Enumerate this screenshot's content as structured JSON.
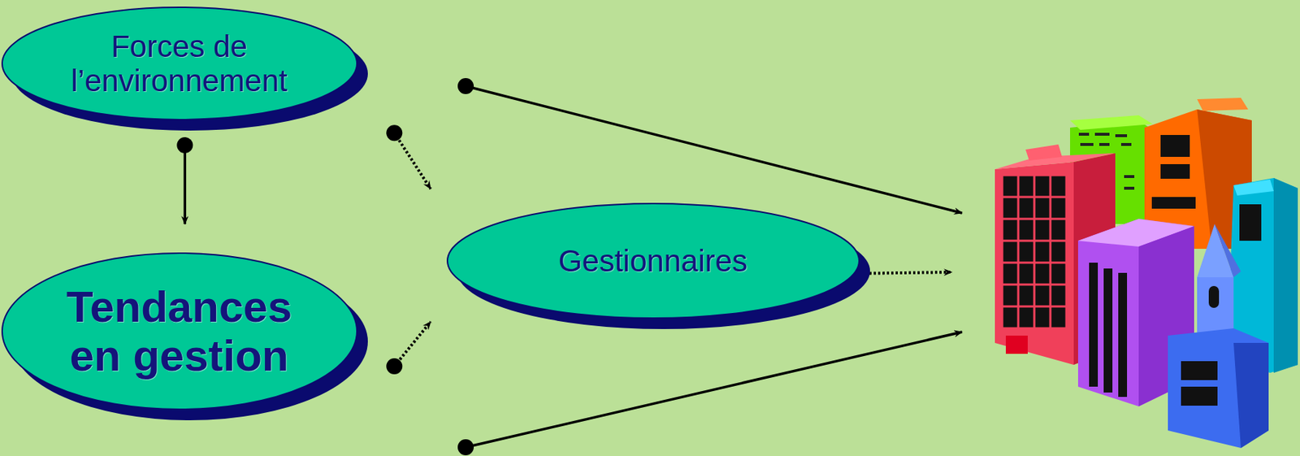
{
  "diagram": {
    "nodes": [
      {
        "text": [
          "Forces de l’environnement"
        ]
      },
      {
        "text": [
          "Tendances en gestion"
        ]
      },
      {
        "text": [
          "Gestionnaires"
        ]
      }
    ],
    "edges": [
      {
        "from": 0,
        "to": 1,
        "arrow": "to"
      },
      {
        "from": 0,
        "to": 2,
        "arrow": "to"
      },
      {
        "from": 1,
        "to": 2,
        "arrow": "to"
      }
    ]
  }
}
